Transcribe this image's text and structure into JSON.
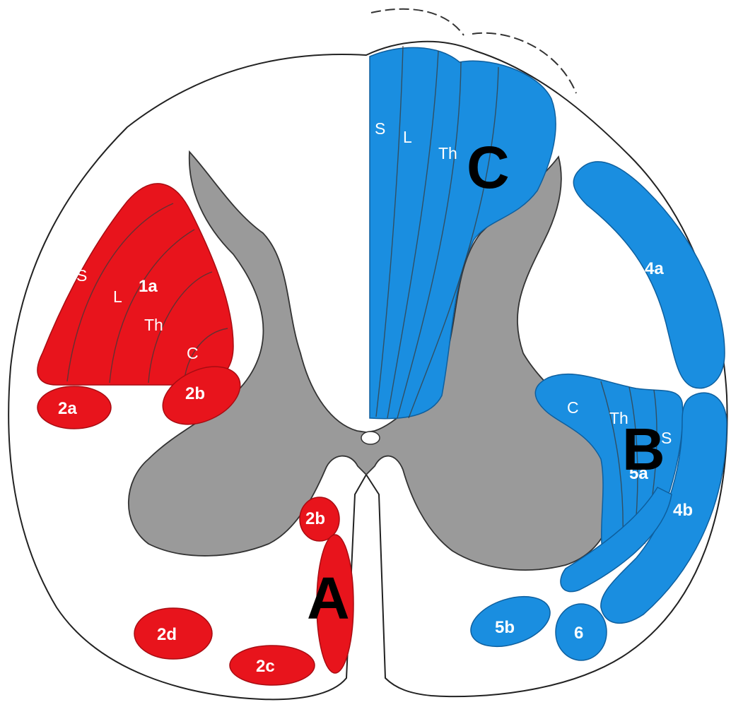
{
  "diagram": {
    "big_labels": {
      "A": "A",
      "B": "B",
      "C": "C"
    },
    "red_tracts": {
      "t1a": "1a",
      "t2a": "2a",
      "t2b_lateral": "2b",
      "t2b_ventral": "2b",
      "t2c": "2c",
      "t2d": "2d",
      "somatotopy": {
        "S": "S",
        "L": "L",
        "Th": "Th",
        "C": "C"
      }
    },
    "blue_tracts": {
      "t4a": "4a",
      "t4b": "4b",
      "t5a": "5a",
      "t5b": "5b",
      "t6": "6",
      "dorsal_somatotopy": {
        "S": "S",
        "L": "L",
        "Th": "Th"
      },
      "lateral_somatotopy": {
        "C": "C",
        "Th": "Th",
        "S": "S"
      }
    },
    "colors": {
      "descending_tracts": "#e8141c",
      "ascending_tracts": "#1a8ee0",
      "gray_matter": "#9a9a9a",
      "white_matter": "#ffffff",
      "outline": "#222222"
    }
  }
}
